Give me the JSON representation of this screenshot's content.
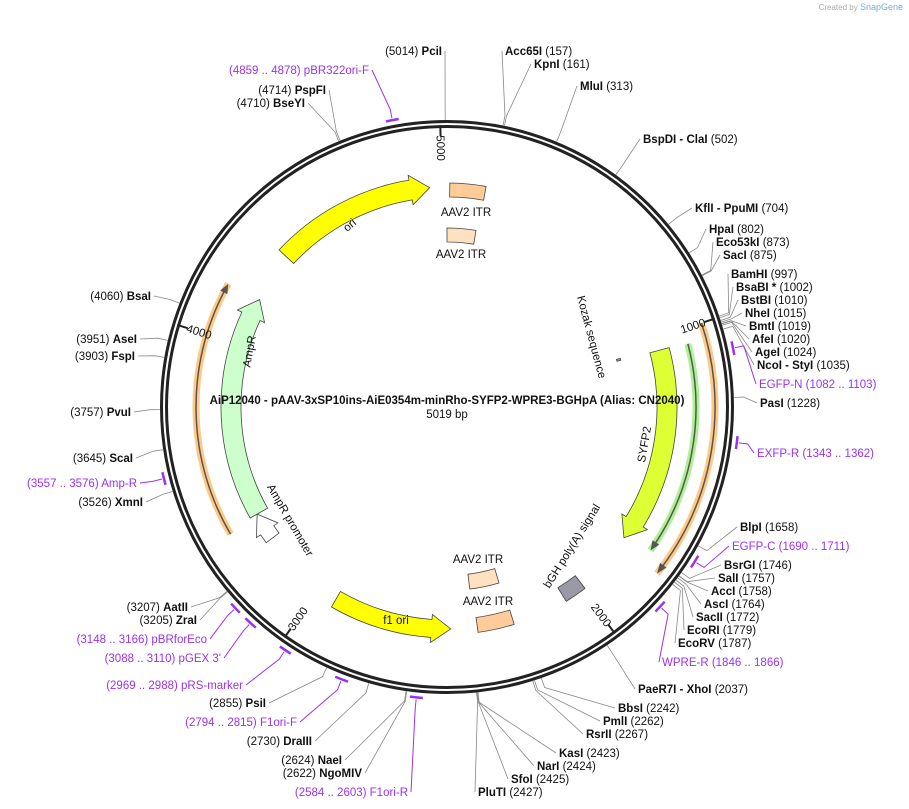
{
  "watermark": {
    "prefix": "Created by",
    "brand": "SnapGene"
  },
  "plasmid": {
    "title": "AiP12040 - pAAV-3xSP10ins-AiE0354m-minRho-SYFP2-WPRE3-BGHpA (Alias: CN2040)",
    "length_label": "5019 bp",
    "length": 5019
  },
  "ticks": [
    "1000",
    "2000",
    "3000",
    "4000",
    "5000"
  ],
  "sites": [
    {
      "name": "Acc65I",
      "pos": 157
    },
    {
      "name": "KpnI",
      "pos": 161
    },
    {
      "name": "MluI",
      "pos": 313
    },
    {
      "name": "BspDI  - ClaI",
      "pos": 502
    },
    {
      "name": "KflI  - PpuMI",
      "pos": 704
    },
    {
      "name": "HpaI",
      "pos": 802
    },
    {
      "name": "Eco53kI",
      "pos": 873
    },
    {
      "name": "SacI",
      "pos": 875
    },
    {
      "name": "BamHI",
      "pos": 997
    },
    {
      "name": "BsaBI *",
      "pos": 1002
    },
    {
      "name": "BstBI",
      "pos": 1010
    },
    {
      "name": "NheI",
      "pos": 1015
    },
    {
      "name": "BmtI",
      "pos": 1019
    },
    {
      "name": "AfeI",
      "pos": 1020
    },
    {
      "name": "AgeI",
      "pos": 1024
    },
    {
      "name": "NcoI  - StyI",
      "pos": 1035
    },
    {
      "name": "PasI",
      "pos": 1228
    },
    {
      "name": "BlpI",
      "pos": 1658
    },
    {
      "name": "BsrGI",
      "pos": 1746
    },
    {
      "name": "SalI",
      "pos": 1757
    },
    {
      "name": "AccI",
      "pos": 1758
    },
    {
      "name": "AscI",
      "pos": 1764
    },
    {
      "name": "SacII",
      "pos": 1772
    },
    {
      "name": "EcoRI",
      "pos": 1779
    },
    {
      "name": "EcoRV",
      "pos": 1787
    },
    {
      "name": "PaeR7I  - XhoI",
      "pos": 2037
    },
    {
      "name": "BbsI",
      "pos": 2242
    },
    {
      "name": "PmlI",
      "pos": 2262
    },
    {
      "name": "RsrII",
      "pos": 2267
    },
    {
      "name": "KasI",
      "pos": 2423
    },
    {
      "name": "NarI",
      "pos": 2424
    },
    {
      "name": "SfoI",
      "pos": 2425
    },
    {
      "name": "PluTI",
      "pos": 2427
    },
    {
      "name": "NgoMIV",
      "pos": 2622
    },
    {
      "name": "NaeI",
      "pos": 2624
    },
    {
      "name": "DraIII",
      "pos": 2730
    },
    {
      "name": "PsiI",
      "pos": 2855
    },
    {
      "name": "ZraI",
      "pos": 3205
    },
    {
      "name": "AatII",
      "pos": 3207
    },
    {
      "name": "XmnI",
      "pos": 3526
    },
    {
      "name": "ScaI",
      "pos": 3645
    },
    {
      "name": "PvuI",
      "pos": 3757
    },
    {
      "name": "FspI",
      "pos": 3903
    },
    {
      "name": "AseI",
      "pos": 3951
    },
    {
      "name": "BsaI",
      "pos": 4060
    },
    {
      "name": "BseYI",
      "pos": 4710
    },
    {
      "name": "PspFI",
      "pos": 4714
    },
    {
      "name": "PciI",
      "pos": 5014
    }
  ],
  "primers": [
    {
      "name": "EGFP-N",
      "range": "(1082 .. 1103)",
      "start": 1082,
      "end": 1103
    },
    {
      "name": "EXFP-R",
      "range": "(1343 .. 1362)",
      "start": 1343,
      "end": 1362
    },
    {
      "name": "EGFP-C",
      "range": "(1690 .. 1711)",
      "start": 1690,
      "end": 1711
    },
    {
      "name": "WPRE-R",
      "range": "(1846 .. 1866)",
      "start": 1846,
      "end": 1866
    },
    {
      "name": "F1ori-R",
      "range": "(2584 .. 2603)",
      "start": 2584,
      "end": 2603
    },
    {
      "name": "F1ori-F",
      "range": "(2794 .. 2815)",
      "start": 2794,
      "end": 2815
    },
    {
      "name": "pRS-marker",
      "range": "(2969 .. 2988)",
      "start": 2969,
      "end": 2988
    },
    {
      "name": "pGEX 3'",
      "range": "(3088 .. 3110)",
      "start": 3088,
      "end": 3110
    },
    {
      "name": "pBRforEco",
      "range": "(3148 .. 3166)",
      "start": 3148,
      "end": 3166
    },
    {
      "name": "Amp-R",
      "range": "(3557 .. 3576)",
      "start": 3557,
      "end": 3576
    },
    {
      "name": "pBR322ori-F",
      "range": "(4859 .. 4878)",
      "start": 4859,
      "end": 4878
    }
  ],
  "features": [
    {
      "name": "AAV2 ITR",
      "start": 10,
      "end": 140,
      "color": "#ffcc99"
    },
    {
      "name": "AAV2 ITR",
      "start": 0,
      "end": 130,
      "color": "#ffe0c0"
    },
    {
      "name": "Kozak sequence",
      "start": 1036,
      "end": 1045,
      "color": "#999999"
    },
    {
      "name": "SYFP2",
      "start": 1046,
      "end": 1763,
      "color": "#ddff33"
    },
    {
      "name": "bGH poly(A) signal",
      "start": 1990,
      "end": 2070,
      "color": "#999aa6"
    },
    {
      "name": "AAV2 ITR",
      "start": 2270,
      "end": 2400,
      "color": "#ffcc99"
    },
    {
      "name": "AAV2 ITR",
      "start": 2280,
      "end": 2410,
      "color": "#ffe0c0"
    },
    {
      "name": "f1 ori",
      "start": 2496,
      "end": 2928,
      "color": "#ffff00"
    },
    {
      "name": "AmpR promoter",
      "start": 3250,
      "end": 3354,
      "color": "#ffffff"
    },
    {
      "name": "AmpR",
      "start": 3354,
      "end": 4180,
      "color": "#ccffcc"
    },
    {
      "name": "ori",
      "start": 4365,
      "end": 4956,
      "color": "#ffff00"
    }
  ],
  "colors": {
    "primer": "#9933ee",
    "ring": "#222222",
    "orf_green": "#99ee77",
    "orf_orange": "#ffbb66"
  }
}
